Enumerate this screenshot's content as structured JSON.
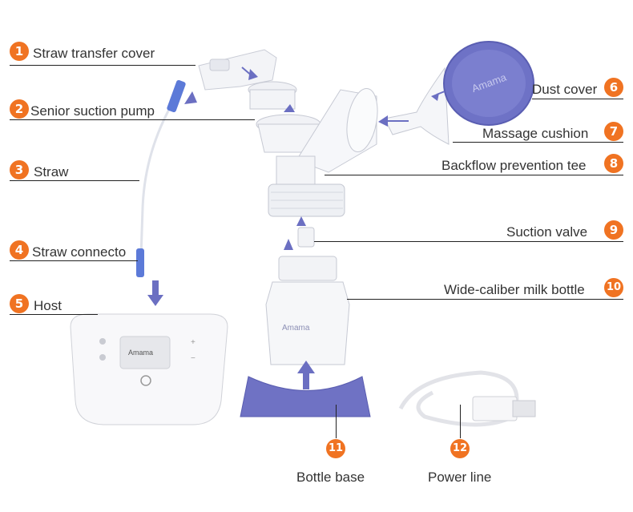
{
  "callouts": [
    {
      "num": "1",
      "label": "Straw transfer cover"
    },
    {
      "num": "2",
      "label": "Senior suction pump"
    },
    {
      "num": "3",
      "label": "Straw"
    },
    {
      "num": "4",
      "label": "Straw connecto"
    },
    {
      "num": "5",
      "label": "Host"
    },
    {
      "num": "6",
      "label": "Dust cover"
    },
    {
      "num": "7",
      "label": "Massage cushion"
    },
    {
      "num": "8",
      "label": "Backflow prevention tee"
    },
    {
      "num": "9",
      "label": "Suction valve"
    },
    {
      "num": "10",
      "label": "Wide-caliber milk bottle"
    },
    {
      "num": "11",
      "label": "Bottle base"
    },
    {
      "num": "12",
      "label": "Power line"
    }
  ],
  "branding": {
    "host_logo": "Amama",
    "bottle_logo": "Amama",
    "cover_logo": "Amama"
  },
  "colors": {
    "badge": "#f07322",
    "arrow": "#6b6fc2",
    "base": "#6f72c4"
  }
}
